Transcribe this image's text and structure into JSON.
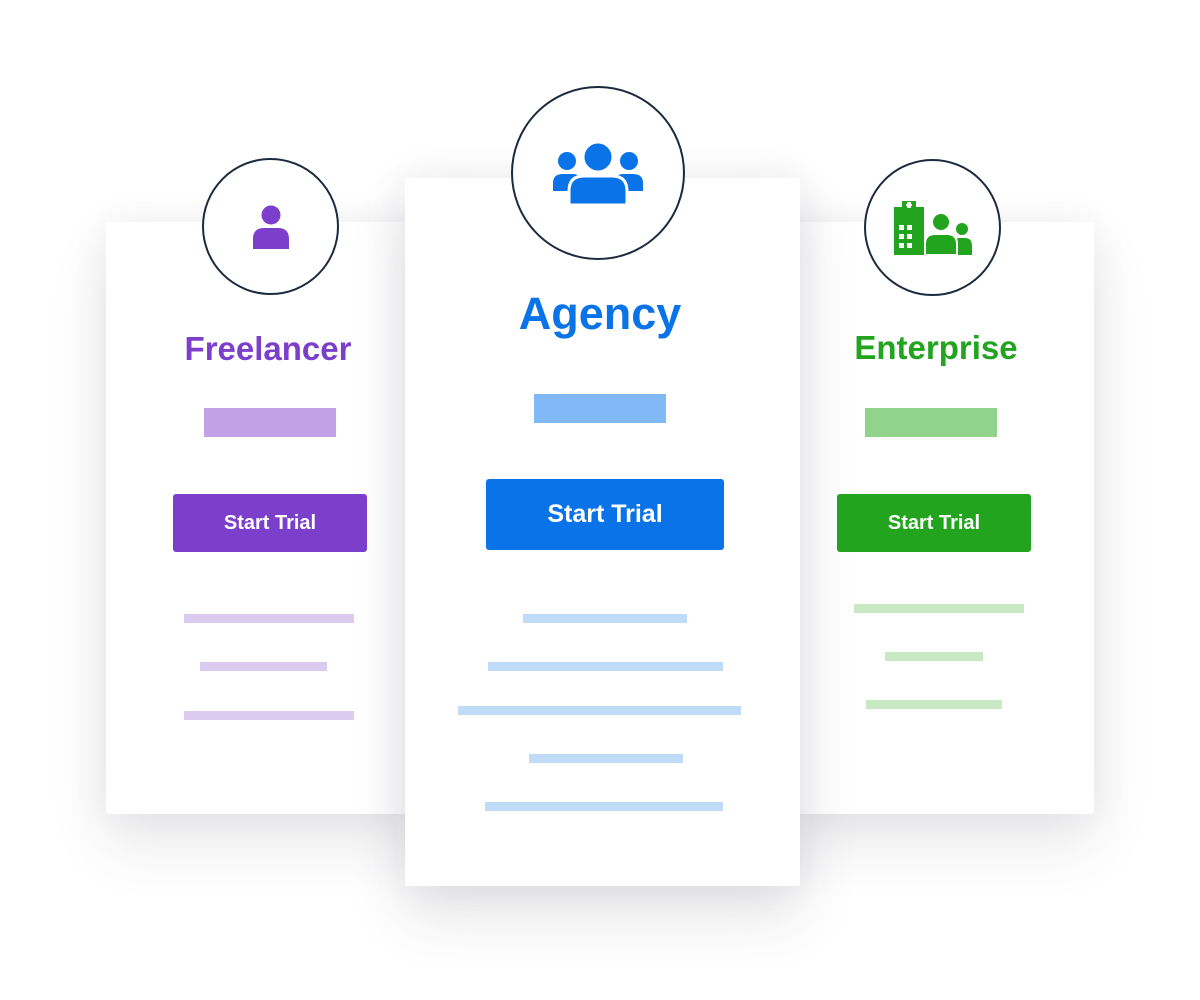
{
  "plans": {
    "freelancer": {
      "title": "Freelancer",
      "button_label": "Start Trial",
      "icon": "person-icon",
      "color": "#7b3fcc",
      "price_bar_color": "#c3a1e6",
      "feature_line_color": "#dccbf1"
    },
    "agency": {
      "title": "Agency",
      "button_label": "Start Trial",
      "icon": "team-icon",
      "color": "#0a73e8",
      "price_bar_color": "#80b9f6",
      "feature_line_color": "#c0dbf8"
    },
    "enterprise": {
      "title": "Enterprise",
      "button_label": "Start Trial",
      "icon": "building-team-icon",
      "color": "#22a41f",
      "price_bar_color": "#92d38b",
      "feature_line_color": "#c8e9c4"
    }
  },
  "icon_border_color": "#1b2a3f"
}
